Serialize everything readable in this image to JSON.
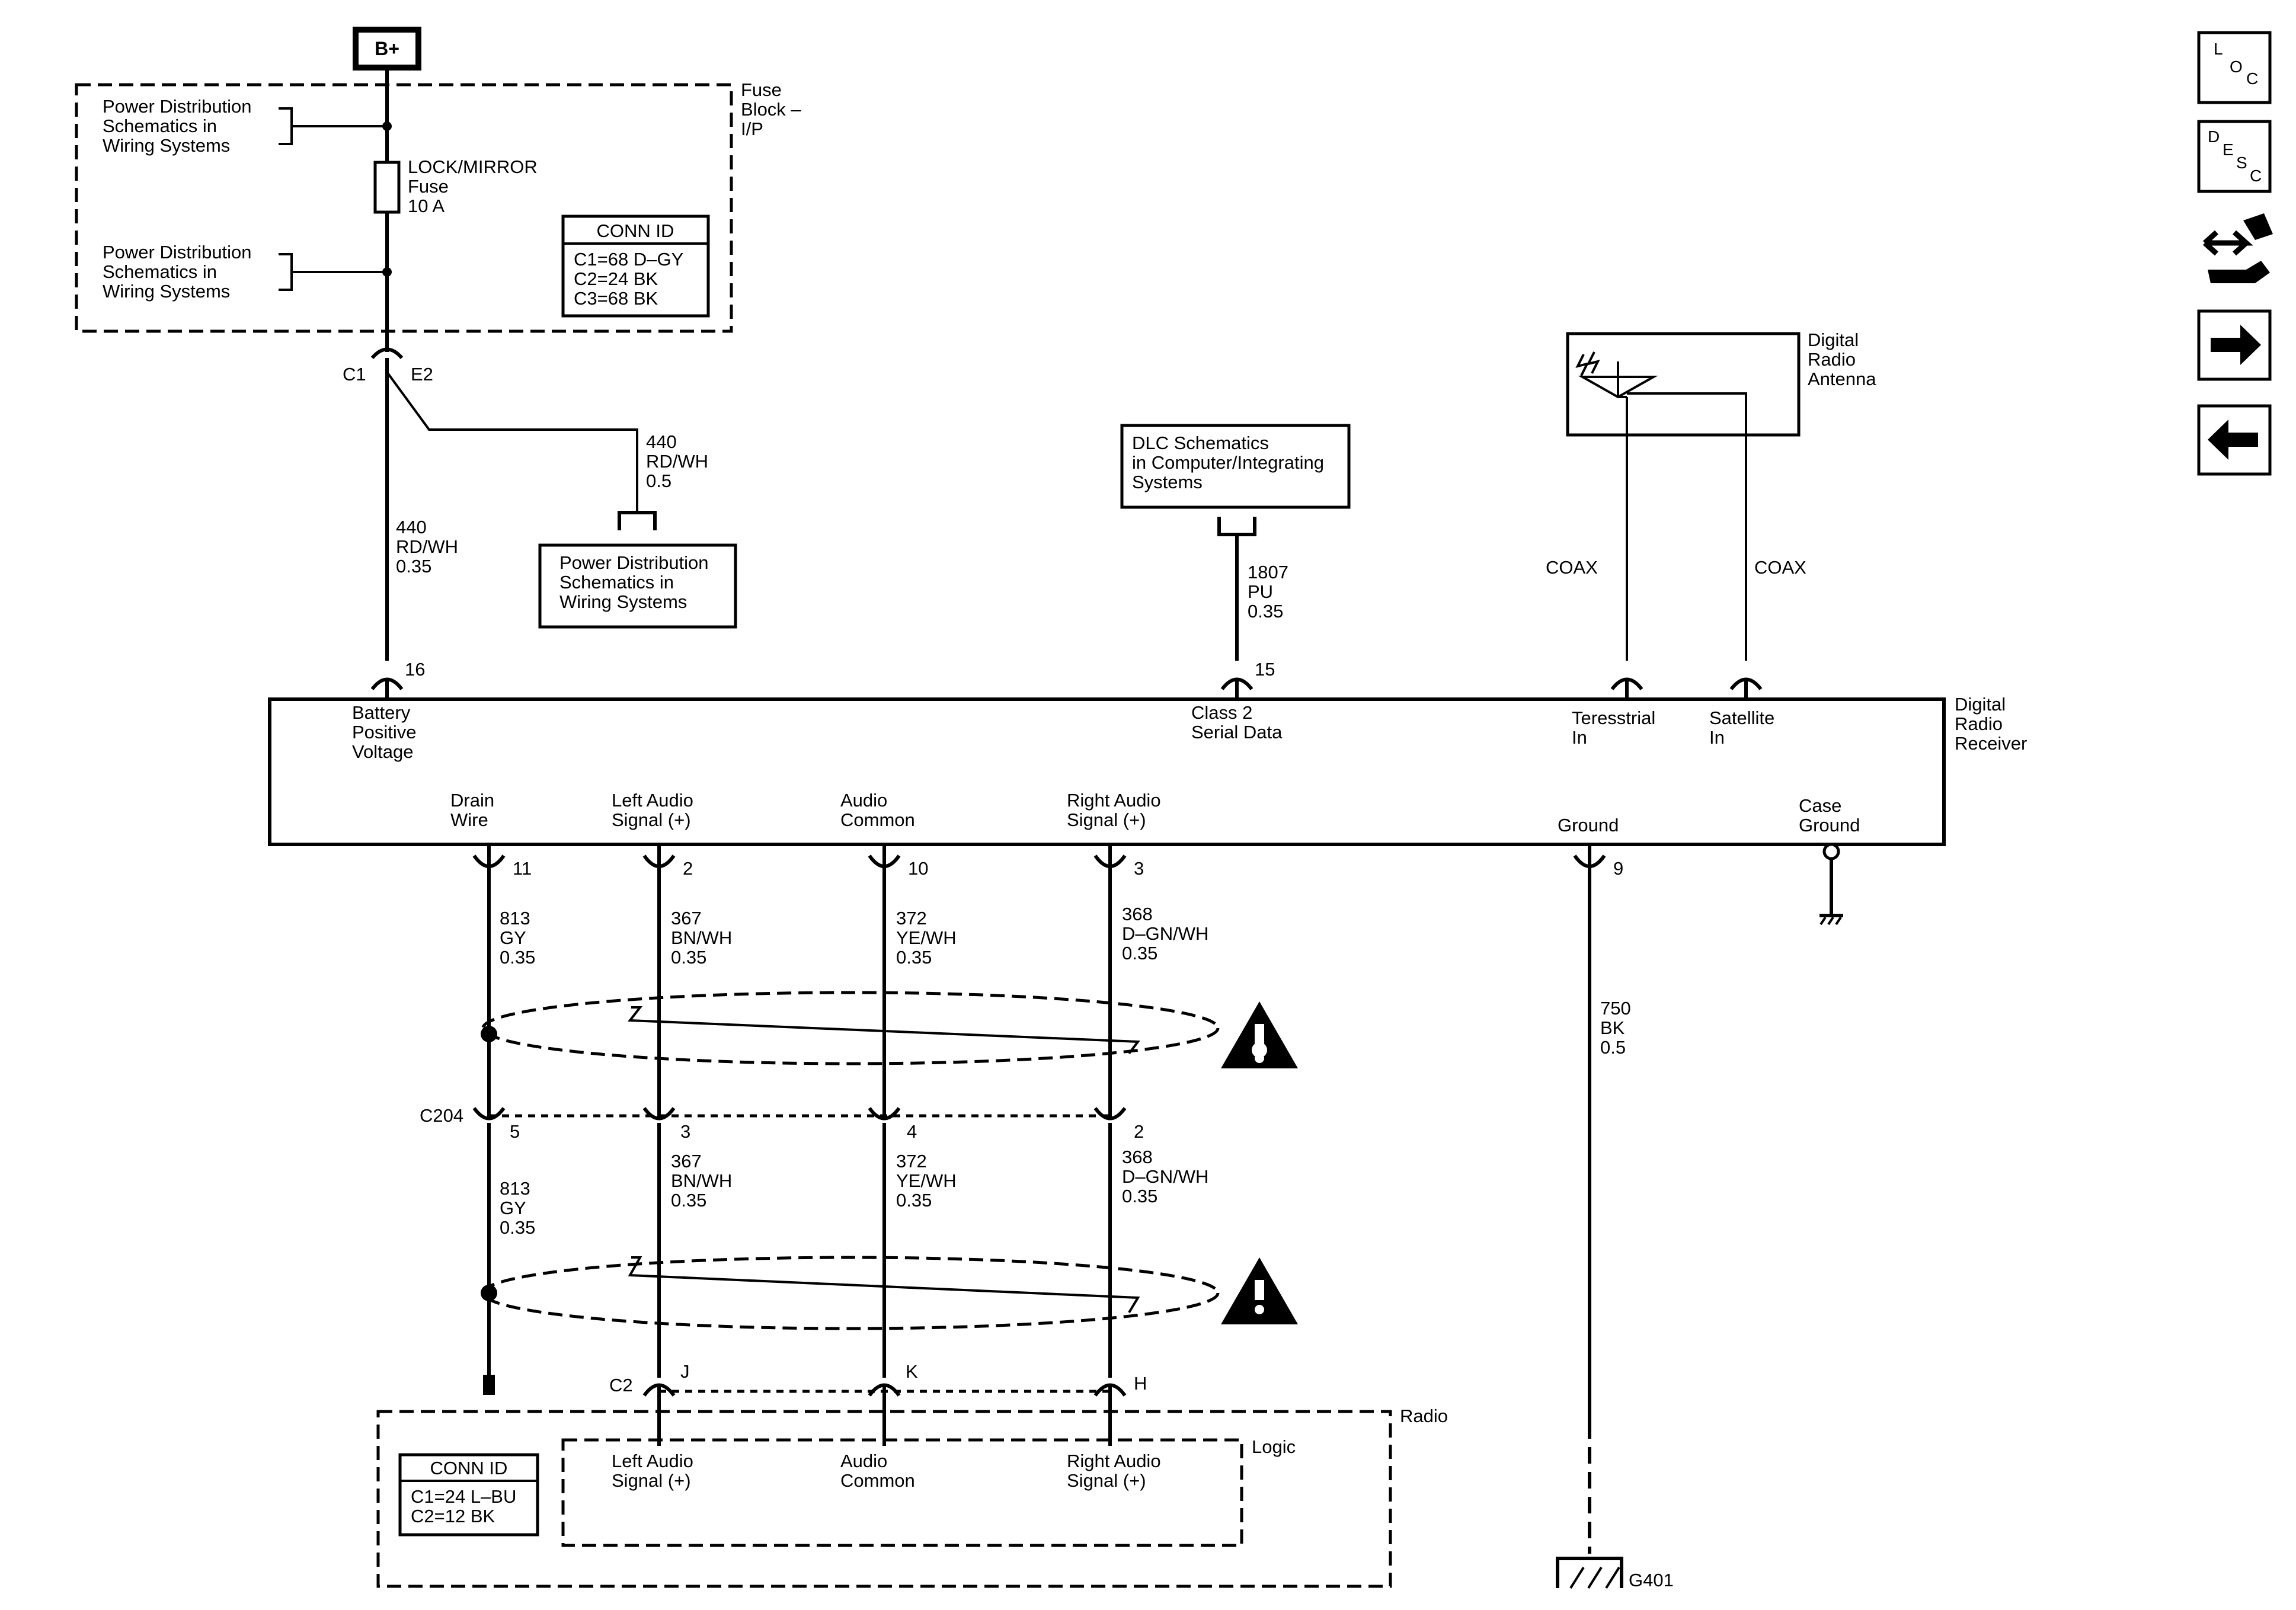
{
  "battery": "B+",
  "fuse_block": {
    "title": [
      "Fuse",
      "Block –",
      "I/P"
    ],
    "pd_ref": [
      "Power Distribution",
      "Schematics in",
      "Wiring Systems"
    ],
    "fuse": [
      "LOCK/MIRROR",
      "Fuse",
      "10 A"
    ],
    "conn_id": {
      "title": "CONN ID",
      "rows": [
        "C1=68 D–GY",
        "C2=24 BK",
        "C3=68 BK"
      ]
    }
  },
  "fuse_out": {
    "conn": "C1",
    "pin": "E2"
  },
  "wires": {
    "w440_main": [
      "440",
      "RD/WH",
      "0.35"
    ],
    "w440_branch": [
      "440",
      "RD/WH",
      "0.5"
    ],
    "w1807": [
      "1807",
      "PU",
      "0.35"
    ],
    "w750": [
      "750",
      "BK",
      "0.5"
    ],
    "upper": [
      [
        "813",
        "GY",
        "0.35"
      ],
      [
        "367",
        "BN/WH",
        "0.35"
      ],
      [
        "372",
        "YE/WH",
        "0.35"
      ],
      [
        "368",
        "D–GN/WH",
        "0.35"
      ]
    ],
    "lower": [
      [
        "813",
        "GY",
        "0.35"
      ],
      [
        "367",
        "BN/WH",
        "0.35"
      ],
      [
        "372",
        "YE/WH",
        "0.35"
      ],
      [
        "368",
        "D–GN/WH",
        "0.35"
      ]
    ]
  },
  "pd_branch_ref": [
    "Power Distribution",
    "Schematics in",
    "Wiring Systems"
  ],
  "dlc_ref": [
    "DLC Schematics",
    "in Computer/Integrating",
    "Systems"
  ],
  "coax": "COAX",
  "antenna": [
    "Digital",
    "Radio",
    "Antenna"
  ],
  "receiver": {
    "title": [
      "Digital",
      "Radio",
      "Receiver"
    ],
    "top_pins": [
      "16",
      "15"
    ],
    "bat_label": [
      "Battery",
      "Positive",
      "Voltage"
    ],
    "class2": [
      "Class 2",
      "Serial Data"
    ],
    "ter_in": [
      "Teresstrial",
      "In"
    ],
    "sat_in": [
      "Satellite",
      "In"
    ],
    "bottom_labels": [
      [
        "Drain",
        "Wire"
      ],
      [
        "Left Audio",
        "Signal (+)"
      ],
      [
        "Audio",
        "Common"
      ],
      [
        "Right Audio",
        "Signal (+)"
      ]
    ],
    "ground": "Ground",
    "case_ground": [
      "Case",
      "Ground"
    ],
    "bottom_pins": [
      "11",
      "2",
      "10",
      "3",
      "9"
    ]
  },
  "c204": {
    "name": "C204",
    "pins": [
      "5",
      "3",
      "4",
      "2"
    ]
  },
  "c2": {
    "name": "C2",
    "pins": [
      "J",
      "K",
      "H"
    ]
  },
  "radio": {
    "title": "Radio",
    "logic": "Logic",
    "labels": [
      [
        "Left Audio",
        "Signal (+)"
      ],
      [
        "Audio",
        "Common"
      ],
      [
        "Right Audio",
        "Signal (+)"
      ]
    ],
    "conn_id": {
      "title": "CONN ID",
      "rows": [
        "C1=24 L–BU",
        "C2=12 BK"
      ]
    }
  },
  "ground_ref": "G401",
  "side_icons": [
    {
      "name": "loc-icon",
      "letters": [
        "L",
        "O",
        "C"
      ]
    },
    {
      "name": "desc-icon",
      "letters": [
        "D",
        "E",
        "S",
        "C"
      ]
    },
    {
      "name": "connector-repair-icon"
    },
    {
      "name": "next-arrow-icon"
    },
    {
      "name": "back-arrow-icon"
    }
  ]
}
